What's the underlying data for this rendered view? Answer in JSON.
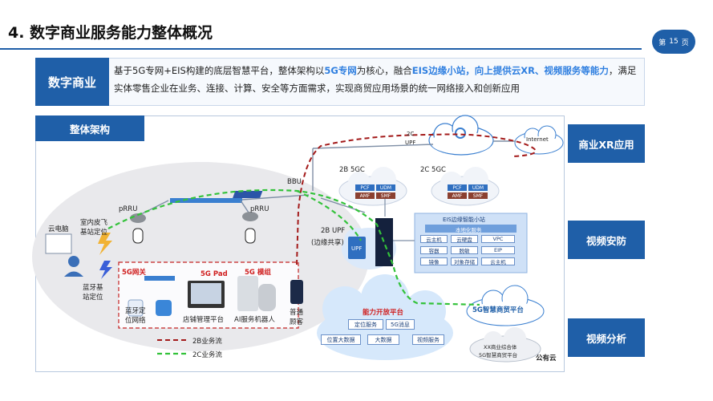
{
  "header": {
    "title": "4. 数字商业服务能力整体概况",
    "page_prefix": "第",
    "page_number": "15",
    "page_suffix": "页"
  },
  "intro": {
    "tag": "数字商业",
    "text_1": "基于5G专网+EIS构建的底层智慧平台，整体架构以",
    "hl_1": "5G专网",
    "text_2": "为核心，融合",
    "hl_2": "EIS边缘小站，向上提供云XR、视频服务等能力",
    "text_3": "，满足实体零售企业在业务、连接、计算、安全等方面需求，实现商贸应用场景的统一网络接入和创新应用"
  },
  "panel": {
    "tag": "整体架构"
  },
  "side_buttons": [
    "商业XR应用",
    "视频安防",
    "视频分析"
  ],
  "diagram": {
    "internet": "Internet",
    "upf_2c": [
      "2C",
      "UPF"
    ],
    "bbu": "BBU",
    "gc_2b": "2B 5GC",
    "gc_2c": "2C 5GC",
    "gc_boxes": [
      "PCF",
      "UDM",
      "AMF",
      "SMF"
    ],
    "prru_left": "pRRU",
    "prru_right": "pRRU",
    "upf_2b": [
      "2B UPF",
      "(边缘共享)"
    ],
    "upf_icon": "UPF",
    "eis_title": "EIS边缘智能小站",
    "eis_service": "本地化服务",
    "eis_cells": [
      "云主机",
      "云硬盘",
      "VPC",
      "容器",
      "脱敏",
      "EIP",
      "镜像",
      "对象存储",
      "云主机"
    ],
    "cloud_pc": "云电脑",
    "indoor_pos": [
      "室内皮飞",
      "基站定位"
    ],
    "bt_pos": [
      "蓝牙基",
      "站定位"
    ],
    "devices": {
      "gw": "5G网关",
      "pad": "5G Pad",
      "module": "5G 模组",
      "bt_net": [
        "蓝牙定",
        "位网络"
      ],
      "store": "店铺管理平台",
      "robot": "AI服务机器人",
      "customer": [
        "普通",
        "顾客"
      ]
    },
    "capability": {
      "title": "能力开放平台",
      "items": [
        "定位服务",
        "5G消息",
        "位置大数据",
        "大数据",
        "视频服务"
      ]
    },
    "smart_trade": "5G智慧商贸平台",
    "xx_trade": [
      "XX商业综合体",
      "5G智慧商贸平台"
    ],
    "public_cloud": "公有云",
    "legend": {
      "b": "2B业务流",
      "c": "2C业务流"
    }
  },
  "colors": {
    "primary": "#1f5fa8",
    "green_flow": "#33c23a",
    "red_flow": "#a31a1a"
  }
}
